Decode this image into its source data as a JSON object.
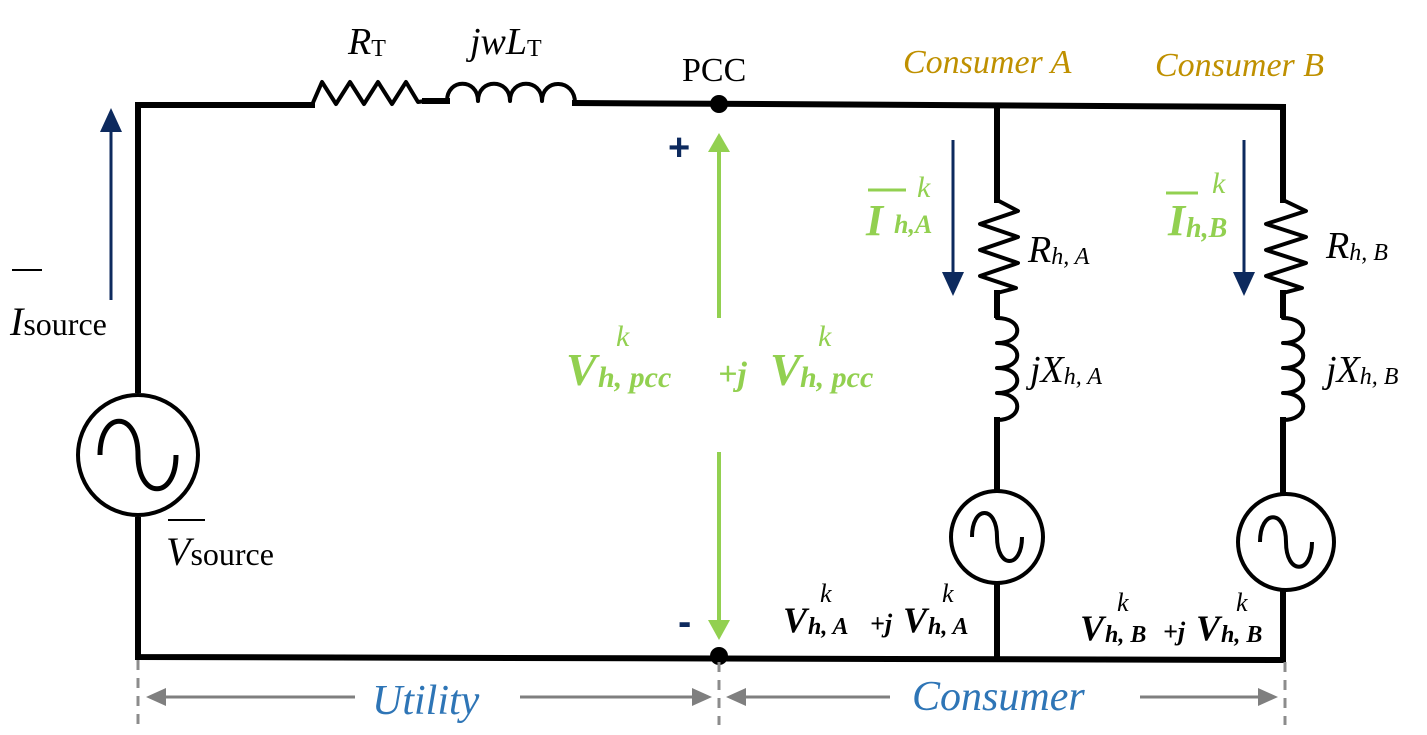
{
  "colors": {
    "wire": "#000000",
    "green": "#92d050",
    "navy": "#0d2a5e",
    "gold": "#bf9000",
    "blue": "#2e75b6",
    "grey": "#7f7f7f"
  },
  "top": {
    "rt": {
      "main": "R",
      "sub": "T"
    },
    "jwlt": {
      "main": "jwL",
      "sub": "T"
    },
    "pcc": "PCC",
    "consumer_a": "Consumer A",
    "consumer_b": "Consumer B"
  },
  "source": {
    "current": {
      "main": "I",
      "rest": "source"
    },
    "voltage": {
      "main": "V",
      "rest": "source"
    }
  },
  "pcc_voltage": {
    "plus": "+",
    "minus": "-",
    "v1": "V",
    "s1": "h, pcc",
    "k1": "k",
    "join": "+j",
    "v2": "V",
    "s2": "h, pcc",
    "k2": "k"
  },
  "branch_a": {
    "current": {
      "main": "I",
      "sub": "h,A",
      "sup": "k"
    },
    "r": {
      "main": "R",
      "sub": "h, A"
    },
    "x": {
      "main": "jX",
      "sub": "h, A"
    },
    "vsrc": {
      "v1": "V",
      "s1": "h, A",
      "k1": "k",
      "join": "+j",
      "v2": "V",
      "s2": "h, A",
      "k2": "k"
    }
  },
  "branch_b": {
    "current": {
      "main": "I",
      "sub": "h,B",
      "sup": "k"
    },
    "r": {
      "main": "R",
      "sub": "h, B"
    },
    "x": {
      "main": "jX",
      "sub": "h, B"
    },
    "vsrc": {
      "v1": "V",
      "s1": "h, B",
      "k1": "k",
      "join": "+j",
      "v2": "V",
      "s2": "h, B",
      "k2": "k"
    }
  },
  "bottom": {
    "utility": "Utility",
    "consumer": "Consumer"
  }
}
